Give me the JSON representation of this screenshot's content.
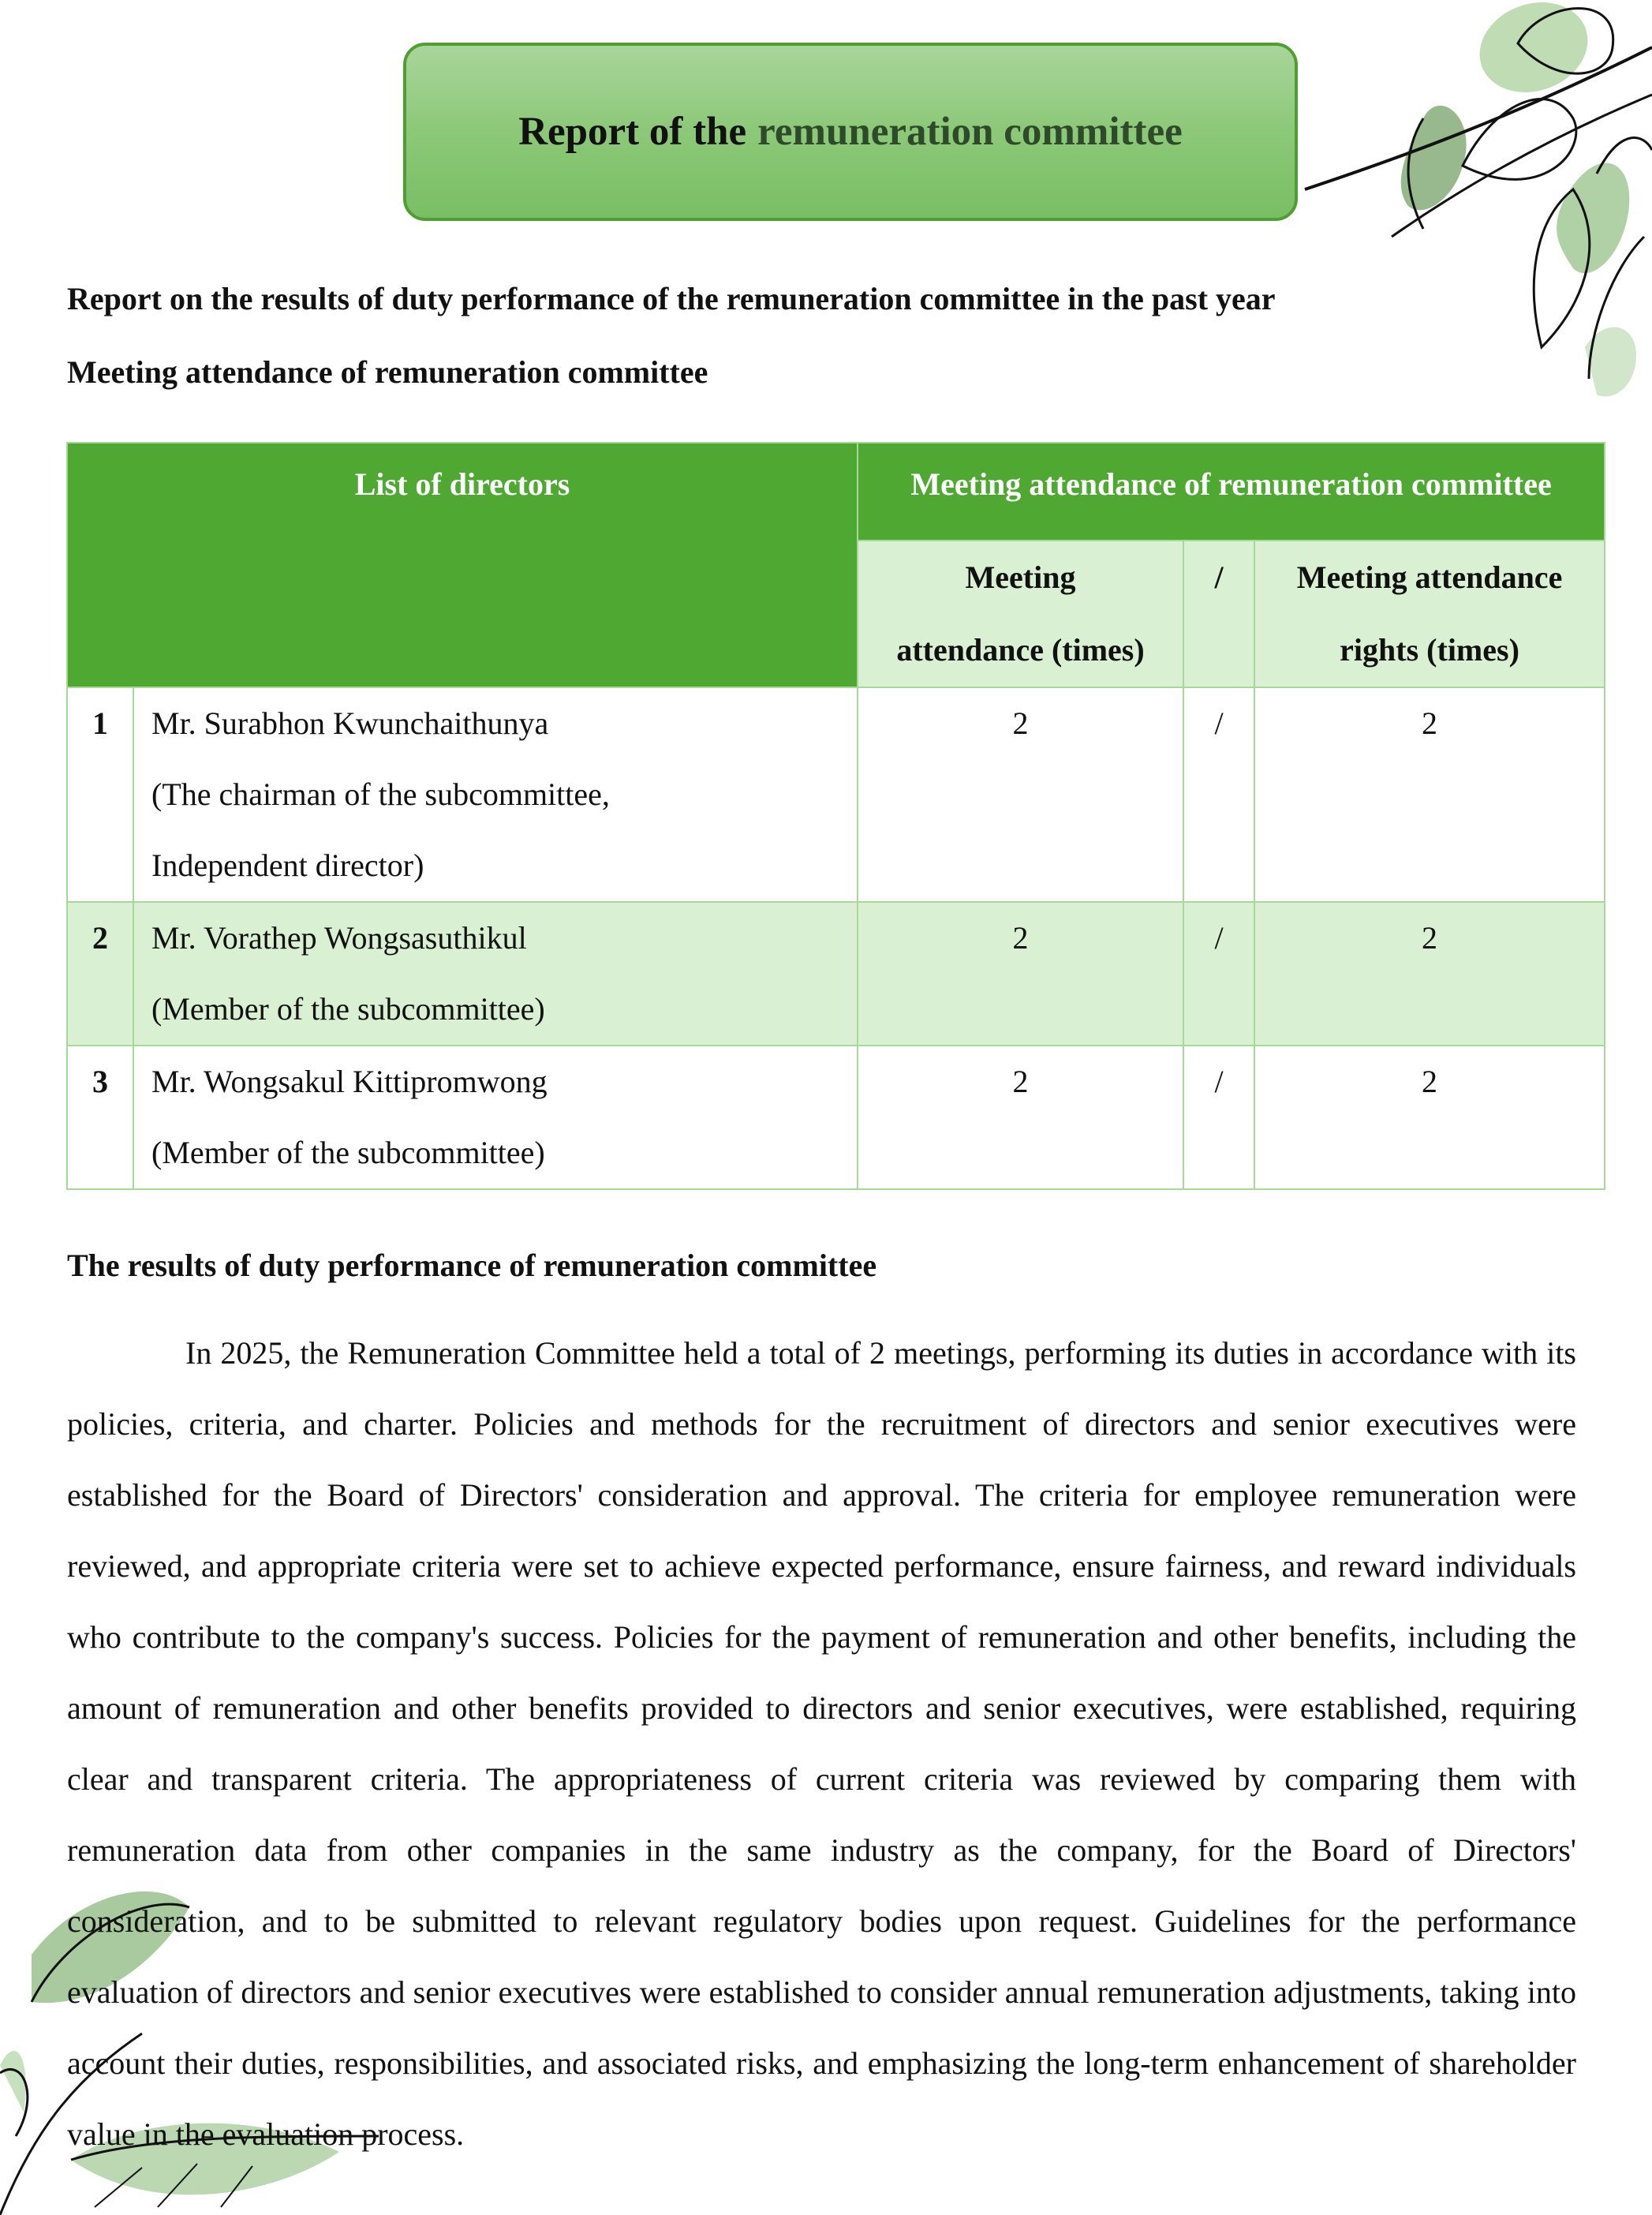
{
  "title": {
    "part1": "Report of the",
    "part2": "remuneration committee"
  },
  "heading_results_past_year": "Report on the results of duty performance of the remuneration committee in the past year",
  "heading_attendance": "Meeting attendance of remuneration committee",
  "table": {
    "col_directors": "List of directors",
    "col_attendance": "Meeting attendance of remuneration committee",
    "sub_attendance_line1": "Meeting",
    "sub_attendance_line2": "attendance (times)",
    "sub_slash": "/",
    "sub_rights_line1": "Meeting attendance",
    "sub_rights_line2": "rights (times)",
    "rows": [
      {
        "no": "1",
        "name": "Mr. Surabhon Kwunchaithunya",
        "role_line1": "(The chairman of the subcommittee,",
        "role_line2": "Independent director)",
        "attended": "2",
        "slash": "/",
        "rights": "2"
      },
      {
        "no": "2",
        "name": "Mr. Vorathep Wongsasuthikul",
        "role_line1": "(Member of the subcommittee)",
        "attended": "2",
        "slash": "/",
        "rights": "2"
      },
      {
        "no": "3",
        "name": "Mr. Wongsakul Kittipromwong",
        "role_line1": "(Member of the subcommittee)",
        "attended": "2",
        "slash": "/",
        "rights": "2"
      }
    ]
  },
  "heading_results": "The results of duty performance of remuneration committee",
  "paragraph": "In 2025, the Remuneration Committee held a total of 2 meetings, performing its duties in accordance with its policies, criteria, and charter. Policies and methods for the recruitment of directors and senior executives were established for the Board of Directors' consideration and approval. The criteria for employee remuneration were reviewed, and appropriate criteria were set to achieve expected performance, ensure fairness, and reward individuals who contribute to the company's success. Policies for the payment of remuneration and other benefits, including the amount of remuneration and other benefits provided to directors and senior executives, were established, requiring clear and transparent criteria. The appropriateness of current criteria was reviewed by comparing them with remuneration data from other companies in the same industry as the company, for the Board of Directors' consideration, and to be submitted to relevant regulatory bodies upon request. Guidelines for the performance evaluation of directors and senior executives were established to consider annual remuneration adjustments, taking into account their duties, responsibilities, and associated risks, and emphasizing the long-term enhancement of shareholder value in the evaluation process.",
  "colors": {
    "header_green": "#4ea832",
    "light_green": "#d9f1d2",
    "border_green": "#a8d79a",
    "title_green": "#8cc878"
  },
  "decorations": [
    "leaf-branch-top-right",
    "leaf-branch-bottom-left"
  ]
}
